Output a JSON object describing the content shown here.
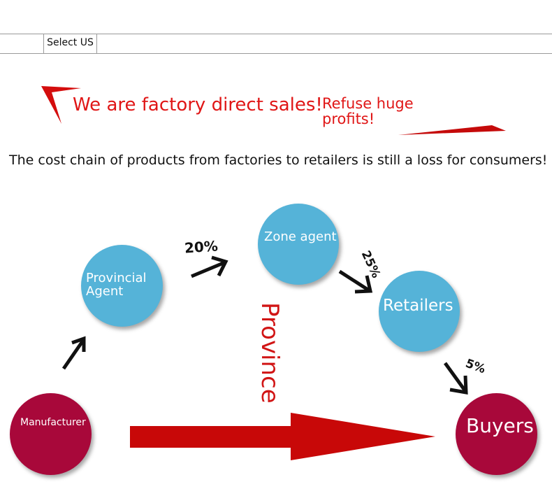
{
  "nav": {
    "tab_label": "Select US"
  },
  "headline": "We are factory direct sales!",
  "subheadline": "Refuse huge profits!",
  "caption": "The cost chain of products from factories to retailers is still a loss for consumers!",
  "diagram": {
    "nodes": {
      "manufacturer": "Manufacturer",
      "provincial_agent": "Provincial Agent",
      "zone_agent": "Zone agent",
      "retailers": "Retailers",
      "buyers": "Buyers"
    },
    "percentages": {
      "provincial_to_zone": "20%",
      "zone_to_retailers": "25%",
      "retailers_to_buyers": "5%"
    },
    "center_label": "Province"
  },
  "colors": {
    "accent_red": "#e01616",
    "node_blue": "#55b3d8",
    "node_maroon": "#a8083a",
    "arrow_red": "#c80808"
  }
}
